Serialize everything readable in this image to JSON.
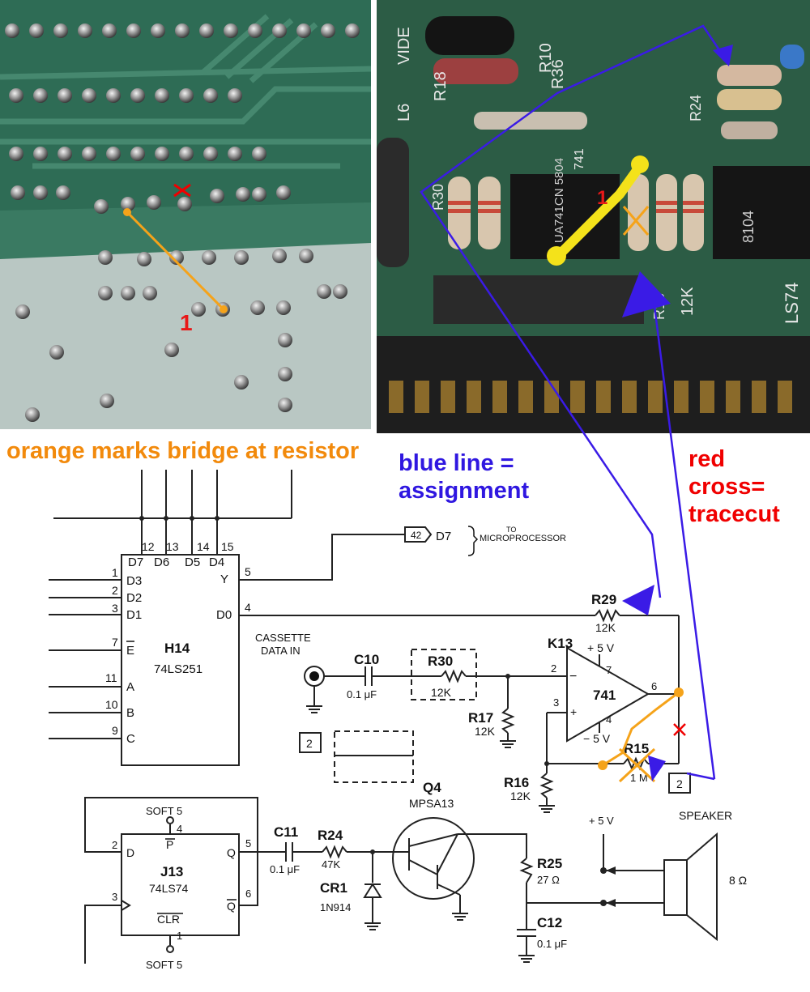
{
  "annotations": {
    "orange_note": "orange marks bridge at resistor",
    "blue_note": "blue line = assignment",
    "red_note": "red cross= tracecut",
    "pin1_left": "1",
    "pin1_right": "1"
  },
  "colors": {
    "orange": "#f5a31a",
    "blue": "#3a1be6",
    "red": "#f00000",
    "yellow": "#f4e21a",
    "pcb_green": "#2f6e56"
  },
  "photo_right_labels": {
    "r18": "R18",
    "r10": "R10",
    "r36": "R36",
    "l6": "L6",
    "r30": "R30",
    "r24": "R24",
    "ic_741": "UA741CN 5804",
    "ic_8104": "8104",
    "r12k": "12K",
    "ls74": "LS74",
    "vid": "VIDE",
    "num741": "741",
    "r16_lbl": "R16"
  },
  "schematic": {
    "h14": {
      "ref": "H14",
      "part": "74LS251",
      "pins_top": [
        "D7",
        "D6",
        "D5",
        "D4"
      ],
      "pin_nums_top": [
        "12",
        "13",
        "14",
        "15"
      ],
      "pins_left": [
        "D3",
        "D2",
        "D1",
        "E",
        "A",
        "B",
        "C"
      ],
      "pin_nums_left": [
        "1",
        "2",
        "3",
        "7",
        "11",
        "10",
        "9"
      ],
      "pins_right": [
        "Y",
        "D0"
      ],
      "pin_nums_right": [
        "5",
        "4"
      ]
    },
    "d7_tag": "42",
    "d7_label": "D7",
    "to_label": "TO",
    "mp_label": "MICROPROCESSOR",
    "cassette": "CASSETTE",
    "data_in": "DATA IN",
    "c10": {
      "ref": "C10",
      "val": "0.1 μF"
    },
    "r30": {
      "ref": "R30",
      "val": "12K"
    },
    "r17": {
      "ref": "R17",
      "val": "12K"
    },
    "r29": {
      "ref": "R29",
      "val": "12K"
    },
    "k13": {
      "ref": "K13",
      "part": "741",
      "vplus": "+ 5 V",
      "vminus": "− 5 V",
      "p2": "2",
      "p3": "3",
      "p4": "4",
      "p6": "6",
      "p7": "7",
      "minus": "−",
      "plus": "+"
    },
    "r15": {
      "ref": "R15",
      "val": "1 M"
    },
    "r16": {
      "ref": "R16",
      "val": "12K"
    },
    "box2a": "2",
    "box2b": "2",
    "q4": {
      "ref": "Q4",
      "part": "MPSA13"
    },
    "j13": {
      "ref": "J13",
      "part": "74LS74",
      "p": "P",
      "clr": "CLR",
      "d": "D",
      "q": "Q",
      "qbar": "Q",
      "soft_top": "SOFT 5",
      "soft_bottom": "SOFT 5",
      "n4": "4",
      "n1": "1",
      "n2": "2",
      "n3": "3",
      "n5": "5",
      "n6": "6"
    },
    "c11": {
      "ref": "C11",
      "val": "0.1 μF"
    },
    "r24": {
      "ref": "R24",
      "val": "47K"
    },
    "cr1": {
      "ref": "CR1",
      "part": "1N914"
    },
    "r25": {
      "ref": "R25",
      "val": "27 Ω"
    },
    "c12": {
      "ref": "C12",
      "val": "0.1 μF"
    },
    "plus5": "+ 5 V",
    "speaker": "SPEAKER",
    "speaker_ohm": "8 Ω"
  }
}
